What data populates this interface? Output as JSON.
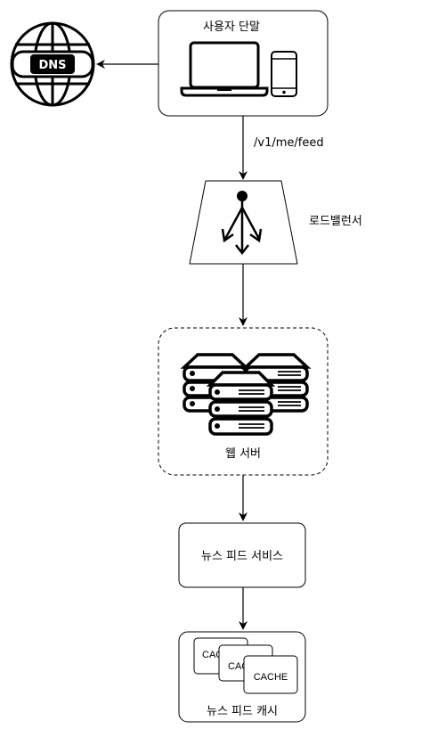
{
  "nodes": {
    "client": {
      "label": "사용자 단말"
    },
    "dns": {
      "label": "DNS"
    },
    "load_balancer": {
      "label": "로드밸런서"
    },
    "web_server": {
      "label": "웹 서버"
    },
    "news_feed_service": {
      "label": "뉴스 피드 서비스"
    },
    "news_feed_cache": {
      "label": "뉴스 피드 캐시",
      "cache_items": [
        "CACHE",
        "CACHE",
        "CACHE"
      ]
    }
  },
  "edges": {
    "client_to_lb": {
      "label": "/v1/me/feed"
    }
  }
}
